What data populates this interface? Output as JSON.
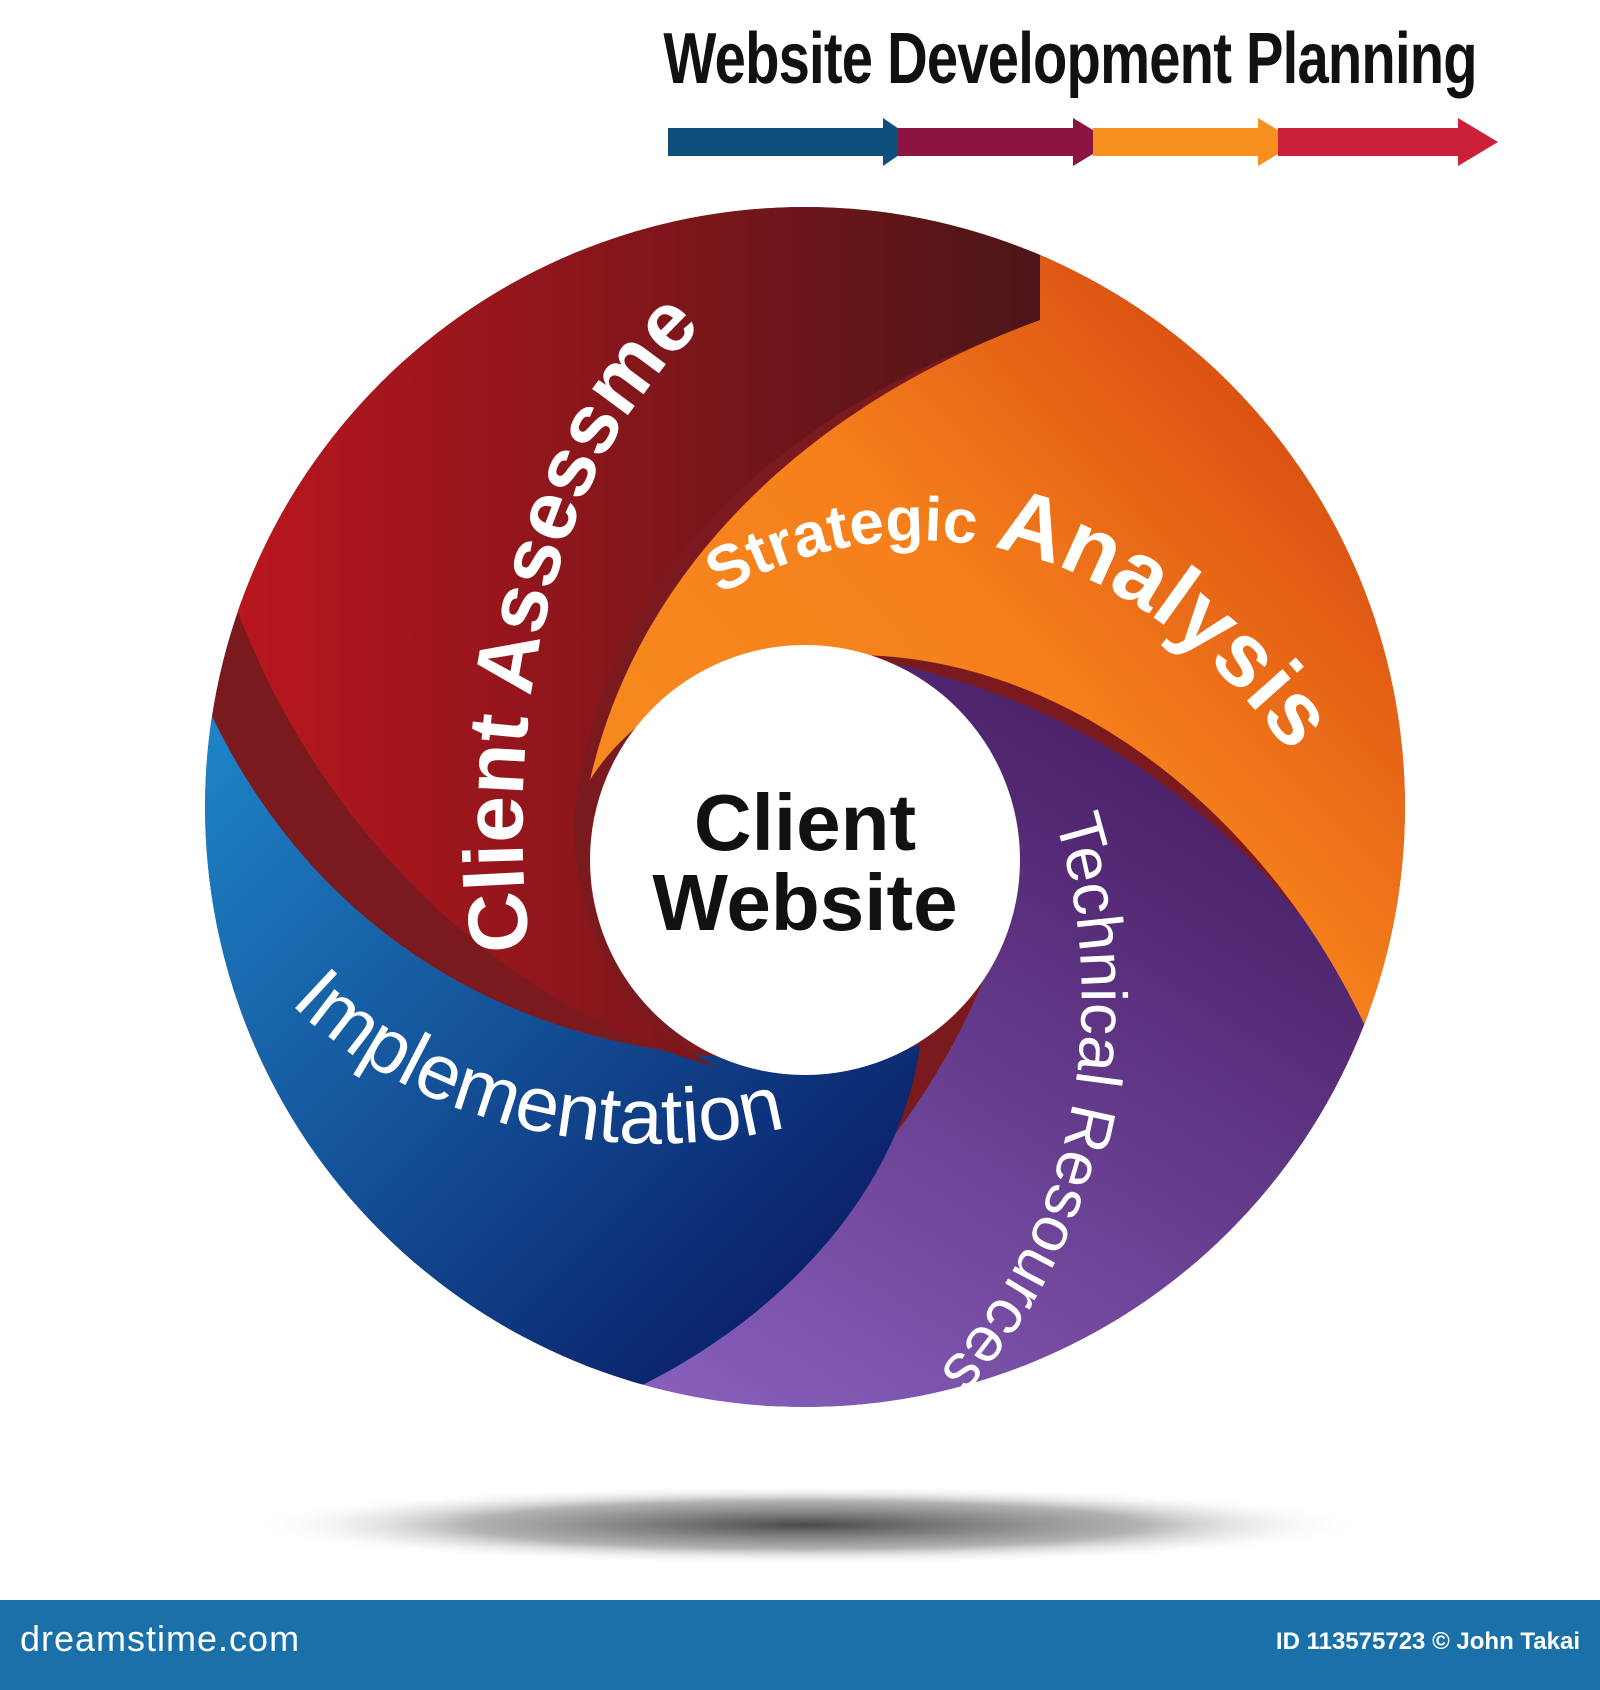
{
  "title": "Website Development Planning",
  "center": {
    "line1": "Client",
    "line2": "Website"
  },
  "segments": [
    {
      "label": "Client Assessment",
      "colors": [
        "#c0161e",
        "#4a1618"
      ]
    },
    {
      "label_small": "Strategic",
      "label_large": "Analysis",
      "colors": [
        "#f7901e",
        "#c8300a"
      ]
    },
    {
      "label": "Technical Resources",
      "colors": [
        "#9b74d6",
        "#3a0f52"
      ]
    },
    {
      "label": "Implementation",
      "colors": [
        "#1f88cc",
        "#060c56"
      ]
    }
  ],
  "title_arrows": [
    {
      "color": "#0e4f7d"
    },
    {
      "color": "#8b1540"
    },
    {
      "color": "#f7901e"
    },
    {
      "color": "#cc1f3a"
    }
  ],
  "footer": {
    "site": "dreamstime.com",
    "credit": "ID 113575723 © John Takai",
    "color": "#1a70a8"
  }
}
